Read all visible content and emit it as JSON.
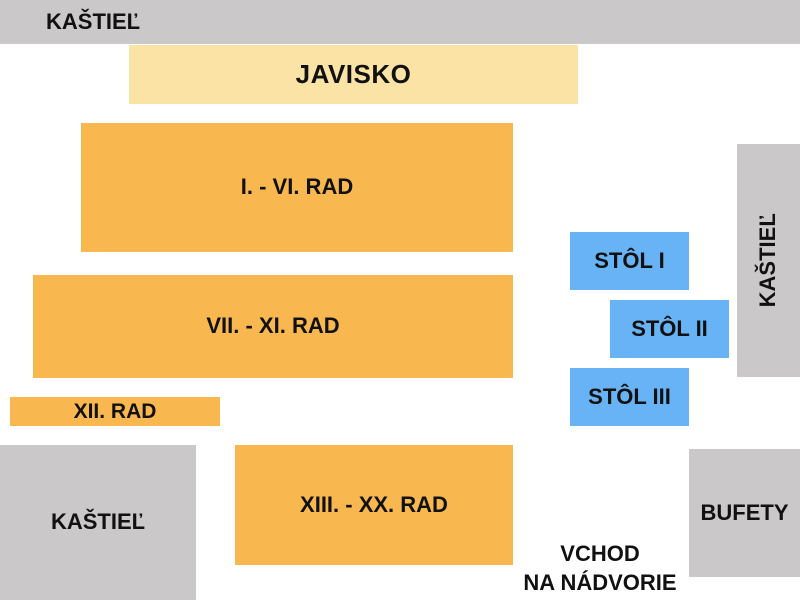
{
  "map": {
    "building_top": "KAŠTIEĽ",
    "stage": "JAVISKO",
    "rows_1_6": "I. - VI. RAD",
    "rows_7_11": "VII. - XI. RAD",
    "row_12": "XII. RAD",
    "rows_13_20": "XIII. - XX. RAD",
    "building_right": "KAŠTIEĽ",
    "building_bottom_left": "KAŠTIEĽ",
    "table_1": "STÔL I",
    "table_2": "STÔL II",
    "table_3": "STÔL III",
    "buffets": "BUFETY",
    "entrance_line1": "VCHOD",
    "entrance_line2": "NA NÁDVORIE"
  },
  "colors": {
    "building": "#cbc8c9",
    "stage": "#fbe3a5",
    "seating": "#f9b74f",
    "tables": "#68b3f6"
  }
}
